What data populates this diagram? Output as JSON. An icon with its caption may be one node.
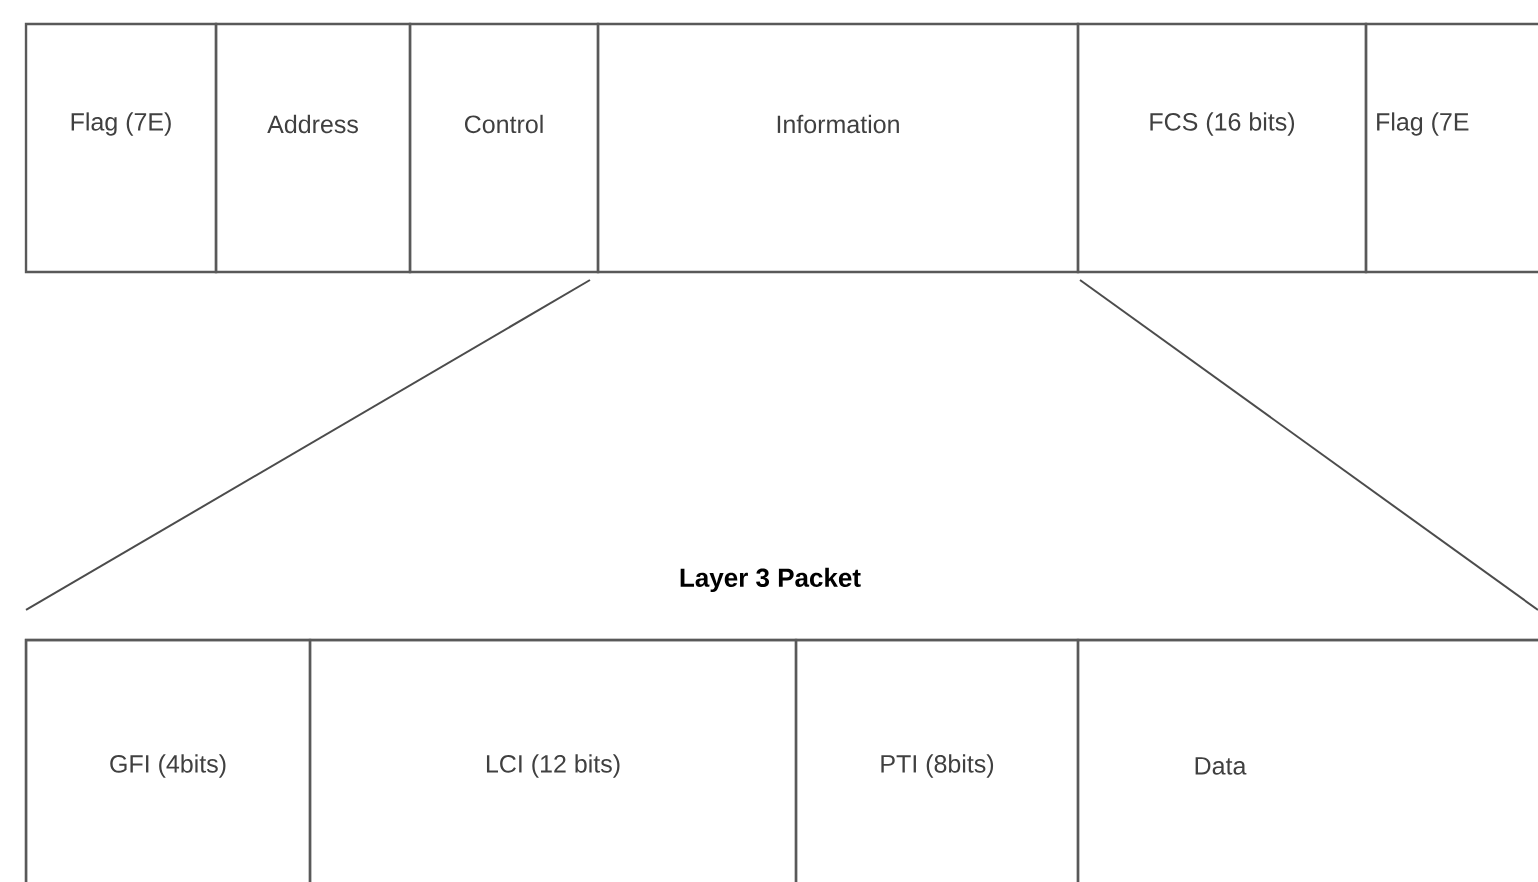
{
  "diagram": {
    "nodes": [
      {
        "text": [
          "Flag (7E)"
        ]
      },
      {
        "text": [
          "Address"
        ]
      },
      {
        "text": [
          "Control"
        ]
      },
      {
        "text": [
          "Information"
        ]
      },
      {
        "text": [
          "FCS (16 bits)"
        ]
      },
      {
        "text": [
          "Flag (7E"
        ]
      },
      {
        "text": [
          "Layer 3 Packet"
        ]
      },
      {
        "text": [
          "GFI (4bits)"
        ],
        "in": 6
      },
      {
        "text": [
          "LCI (12 bits)"
        ],
        "in": 6
      },
      {
        "text": [
          "PTI (8bits)"
        ],
        "in": 6
      },
      {
        "text": [
          "Data"
        ],
        "in": 6
      }
    ],
    "edges": [
      {
        "from": 3,
        "to": 6,
        "arrow": "none"
      },
      {
        "from": 3,
        "to": 6,
        "arrow": "none"
      }
    ]
  }
}
